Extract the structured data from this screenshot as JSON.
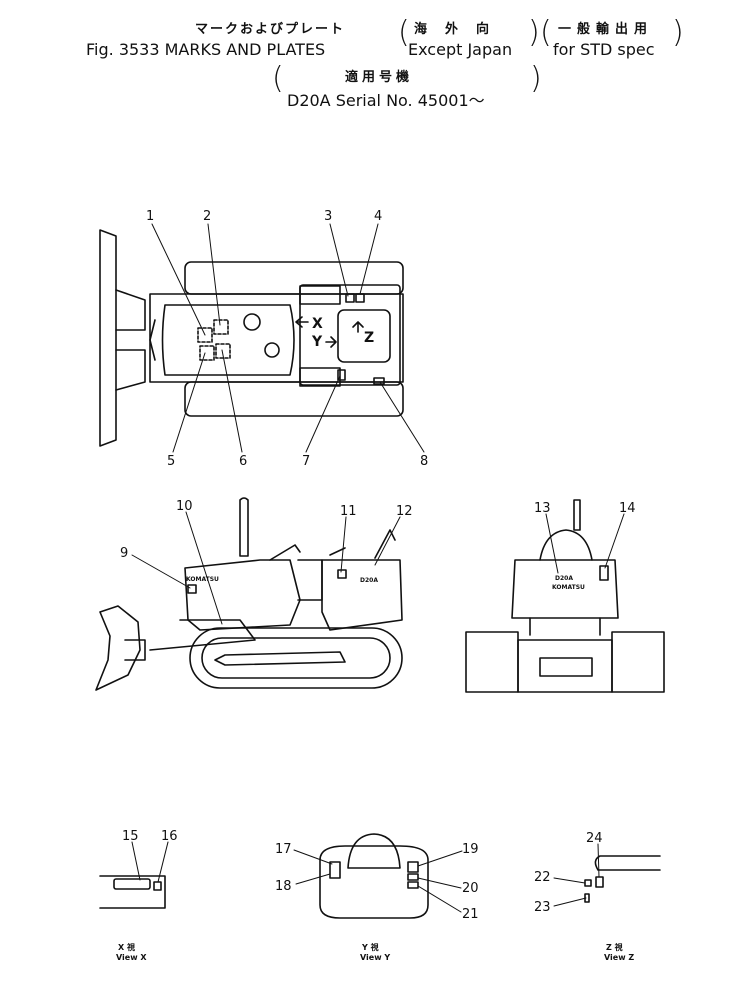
{
  "header": {
    "title_jp": "マークおよびプレート",
    "fig_title": "Fig. 3533 MARKS AND PLATES",
    "qual1_jp": "海外向",
    "qual1_en": "Except Japan",
    "qual2_jp": "一般輸出用",
    "qual2_en": "for STD spec",
    "serial_jp": "適用号機",
    "serial_en": "D20A Serial No. 45001～"
  },
  "callouts": [
    "1",
    "2",
    "3",
    "4",
    "5",
    "6",
    "7",
    "8",
    "9",
    "10",
    "11",
    "12",
    "13",
    "14",
    "15",
    "16",
    "17",
    "18",
    "19",
    "20",
    "21",
    "22",
    "23",
    "24"
  ],
  "view_arrows": {
    "x": "X",
    "y": "Y",
    "z": "Z"
  },
  "decals": {
    "brand": "KOMATSU",
    "model": "D20A"
  },
  "views": {
    "x": {
      "jp": "X 視",
      "en": "View X"
    },
    "y": {
      "jp": "Y 視",
      "en": "View Y"
    },
    "z": {
      "jp": "Z 視",
      "en": "View Z"
    }
  }
}
